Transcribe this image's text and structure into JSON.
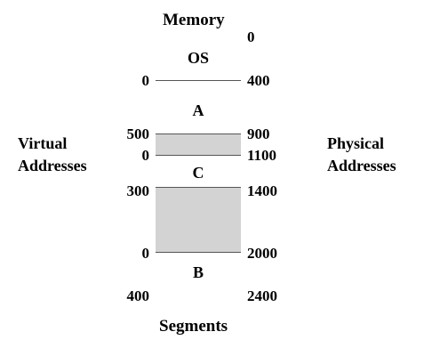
{
  "header": {
    "title": "Memory"
  },
  "footer": {
    "label": "Segments"
  },
  "left_label": {
    "line1": "Virtual",
    "line2": "Addresses"
  },
  "right_label": {
    "line1": "Physical",
    "line2": "Addresses"
  },
  "colors": {
    "used": "#ffffff",
    "free": "#d3d3d3",
    "border": "#555555"
  },
  "segments": [
    {
      "name": "OS",
      "free": false,
      "physical_start": 0,
      "physical_end": 400
    },
    {
      "name": "A",
      "free": false,
      "physical_start": 400,
      "physical_end": 900,
      "virtual_start": 0,
      "virtual_end": 500
    },
    {
      "name": "",
      "free": true,
      "physical_start": 900,
      "physical_end": 1100
    },
    {
      "name": "C",
      "free": false,
      "physical_start": 1100,
      "physical_end": 1400,
      "virtual_start": 0,
      "virtual_end": 300
    },
    {
      "name": "",
      "free": true,
      "physical_start": 1400,
      "physical_end": 2000
    },
    {
      "name": "B",
      "free": false,
      "physical_start": 2000,
      "physical_end": 2400,
      "virtual_start": 0,
      "virtual_end": 400
    }
  ],
  "physical_ticks": [
    "0",
    "400",
    "900",
    "1100",
    "1400",
    "2000",
    "2400"
  ],
  "virtual_ticks": {
    "a_start": "0",
    "a_end": "500",
    "c_start": "0",
    "c_end": "300",
    "b_start": "0",
    "b_end": "400"
  }
}
